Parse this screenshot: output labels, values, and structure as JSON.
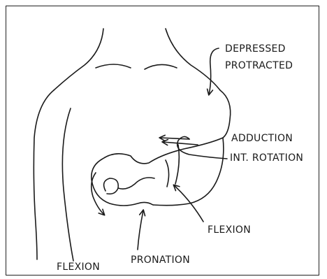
{
  "diagram": {
    "labels": {
      "depressed": "DEPRESSED",
      "protracted": "PROTRACTED",
      "adduction": "ADDUCTION",
      "int_rotation": "INT. ROTATION",
      "flexion_elbow": "FLEXION",
      "pronation": "PRONATION",
      "flexion_fingers": "FLEXION"
    },
    "colors": {
      "ink": "#1a1a1a",
      "background": "#ffffff",
      "border": "#222222"
    }
  }
}
